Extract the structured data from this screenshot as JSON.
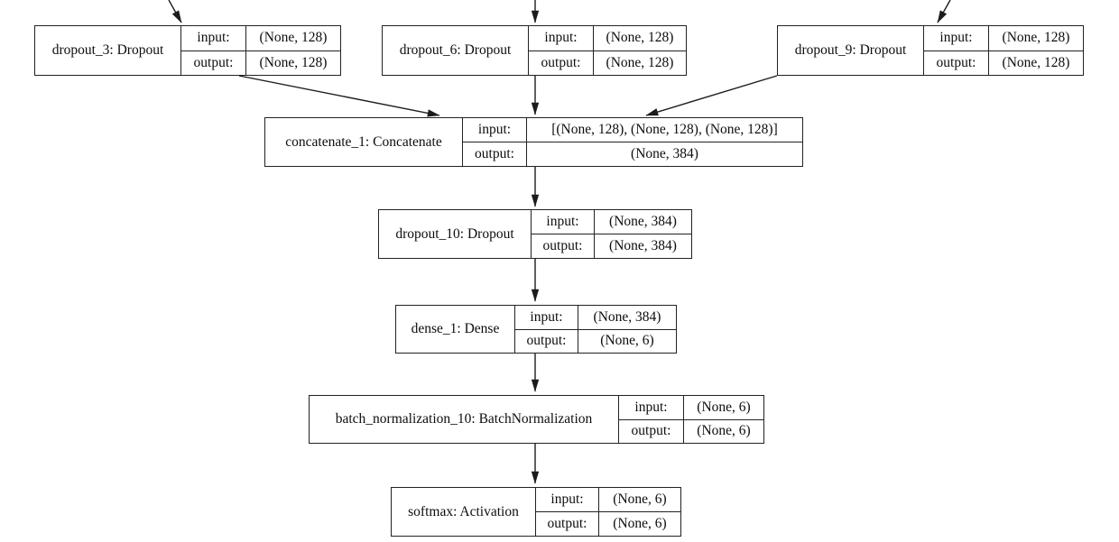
{
  "diagram": {
    "kind": "neural-network-layer-graph",
    "background_color": "#ffffff",
    "line_color": "#1c1c1c",
    "text_color": "#0d0d0d",
    "io": {
      "input_label": "input:",
      "output_label": "output:"
    },
    "nodes": [
      {
        "id": "dropout_3",
        "label": "dropout_3: Dropout",
        "input": "(None, 128)",
        "output": "(None, 128)"
      },
      {
        "id": "dropout_6",
        "label": "dropout_6: Dropout",
        "input": "(None, 128)",
        "output": "(None, 128)"
      },
      {
        "id": "dropout_9",
        "label": "dropout_9: Dropout",
        "input": "(None, 128)",
        "output": "(None, 128)"
      },
      {
        "id": "concatenate_1",
        "label": "concatenate_1: Concatenate",
        "input": "[(None, 128), (None, 128), (None, 128)]",
        "output": "(None, 384)"
      },
      {
        "id": "dropout_10",
        "label": "dropout_10: Dropout",
        "input": "(None, 384)",
        "output": "(None, 384)"
      },
      {
        "id": "dense_1",
        "label": "dense_1: Dense",
        "input": "(None, 384)",
        "output": "(None, 6)"
      },
      {
        "id": "batch_normalization_10",
        "label": "batch_normalization_10: BatchNormalization",
        "input": "(None, 6)",
        "output": "(None, 6)"
      },
      {
        "id": "softmax",
        "label": "softmax: Activation",
        "input": "(None, 6)",
        "output": "(None, 6)"
      }
    ],
    "edges": [
      {
        "from": null,
        "to": "dropout_3"
      },
      {
        "from": null,
        "to": "dropout_6"
      },
      {
        "from": null,
        "to": "dropout_9"
      },
      {
        "from": "dropout_3",
        "to": "concatenate_1"
      },
      {
        "from": "dropout_6",
        "to": "concatenate_1"
      },
      {
        "from": "dropout_9",
        "to": "concatenate_1"
      },
      {
        "from": "concatenate_1",
        "to": "dropout_10"
      },
      {
        "from": "dropout_10",
        "to": "dense_1"
      },
      {
        "from": "dense_1",
        "to": "batch_normalization_10"
      },
      {
        "from": "batch_normalization_10",
        "to": "softmax"
      }
    ]
  }
}
